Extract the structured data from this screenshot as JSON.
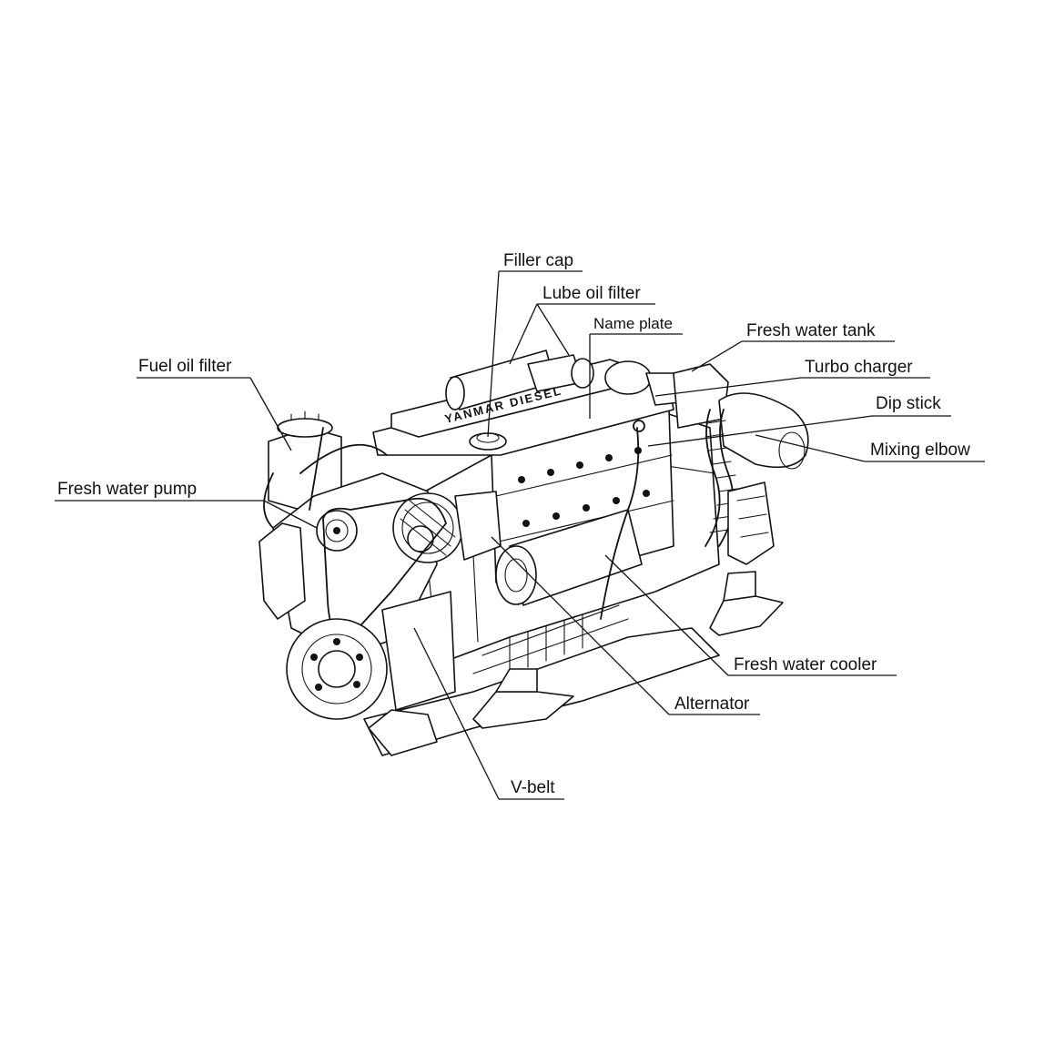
{
  "diagram": {
    "engine_plate_text": "YANMAR DIESEL",
    "callouts": [
      {
        "id": "filler-cap",
        "label": "Filler cap"
      },
      {
        "id": "lube-oil-filter",
        "label": "Lube oil filter"
      },
      {
        "id": "name-plate",
        "label": "Name plate"
      },
      {
        "id": "fresh-water-tank",
        "label": "Fresh water tank"
      },
      {
        "id": "turbo-charger",
        "label": "Turbo charger"
      },
      {
        "id": "dip-stick",
        "label": "Dip stick"
      },
      {
        "id": "mixing-elbow",
        "label": "Mixing elbow"
      },
      {
        "id": "fuel-oil-filter",
        "label": "Fuel oil filter"
      },
      {
        "id": "fresh-water-pump",
        "label": "Fresh water pump"
      },
      {
        "id": "fresh-water-cooler",
        "label": "Fresh water cooler"
      },
      {
        "id": "alternator",
        "label": "Alternator"
      },
      {
        "id": "v-belt",
        "label": "V-belt"
      }
    ]
  }
}
